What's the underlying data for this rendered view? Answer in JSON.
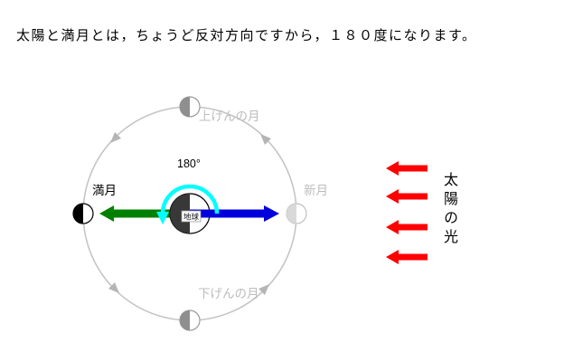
{
  "caption": "太陽と満月とは，ちょうど反対方向ですから，１８０度になります。",
  "diagram": {
    "labels": {
      "first_quarter": "上げんの月",
      "full_moon": "満月",
      "new_moon": "新月",
      "last_quarter": "下げんの月",
      "angle": "180°",
      "earth": "地球",
      "sunlight": "太陽の光"
    },
    "colors": {
      "orbit": "#c3c3c3",
      "muted_label": "#bdbdbd",
      "full_moon_arrow": "#008000",
      "new_moon_arrow": "#0000dd",
      "angle_arc": "#00ffff",
      "sun_ray": "#ff0000"
    }
  }
}
